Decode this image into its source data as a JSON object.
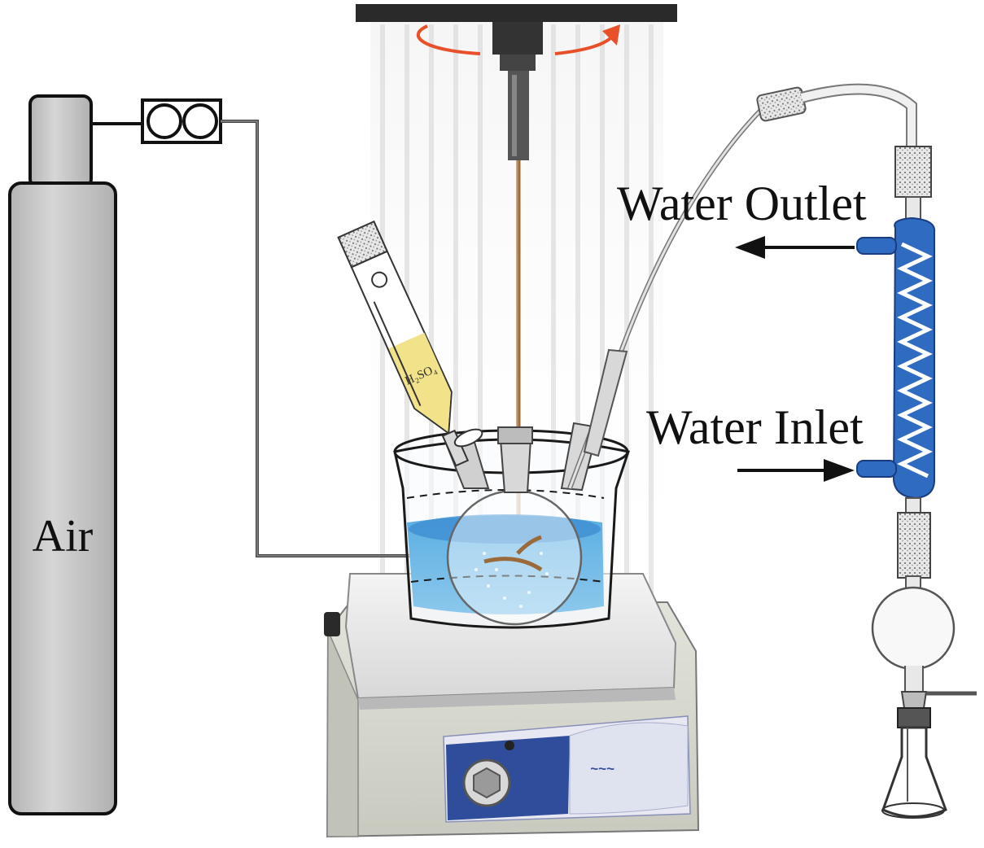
{
  "labels": {
    "air": "Air",
    "water_outlet": "Water Outlet",
    "water_inlet": "Water Inlet",
    "funnel_reagent": "H₂SO₄"
  },
  "colors": {
    "cylinder": "#c8c8c8",
    "water_bath": "#4a9fd8",
    "condenser_jacket": "#2f6bc0",
    "rotation_arrow": "#e8502a",
    "reagent": "#f2e28a",
    "hotplate_base": "#dcddd3",
    "control_panel": "#2f4d9a"
  },
  "icons": {
    "rotation": "rotation-arrow-icon",
    "outlet_arrow": "left-arrow-icon",
    "inlet_arrow": "right-arrow-icon",
    "stir_knob": "knob-icon"
  }
}
